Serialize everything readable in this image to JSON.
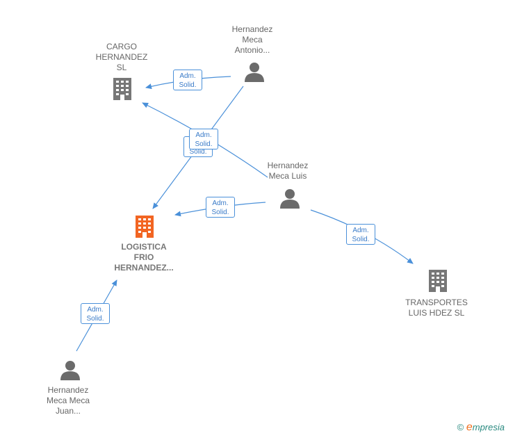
{
  "nodes": {
    "cargo": {
      "label": "CARGO\nHERNANDEZ\nSL",
      "type": "company"
    },
    "logistica": {
      "label": "LOGISTICA\nFRIO\nHERNANDEZ...",
      "type": "company-focus"
    },
    "transportes": {
      "label": "TRANSPORTES\nLUIS HDEZ  SL",
      "type": "company"
    },
    "antonio": {
      "label": "Hernandez\nMeca\nAntonio...",
      "type": "person"
    },
    "luis": {
      "label": "Hernandez\nMeca Luis",
      "type": "person"
    },
    "juan": {
      "label": "Hernandez\nMeca Meca\nJuan...",
      "type": "person"
    }
  },
  "edge_labels": {
    "antonio_cargo": "Adm.\nSolid.",
    "luis_cargo": "Adm.\nSolid.",
    "antonio_logistica": "Adm.\nSolid.",
    "luis_logistica": "Adm.\nSolid.",
    "luis_transportes": "Adm.\nSolid.",
    "juan_logistica": "Adm.\nSolid."
  },
  "colors": {
    "edge": "#4a90d9",
    "company_icon": "#777777",
    "focus_icon": "#f26522",
    "person_icon": "#6b6b6b"
  },
  "footer": {
    "copyright": "©",
    "brand_initial": "e",
    "brand_rest": "mpresia"
  }
}
